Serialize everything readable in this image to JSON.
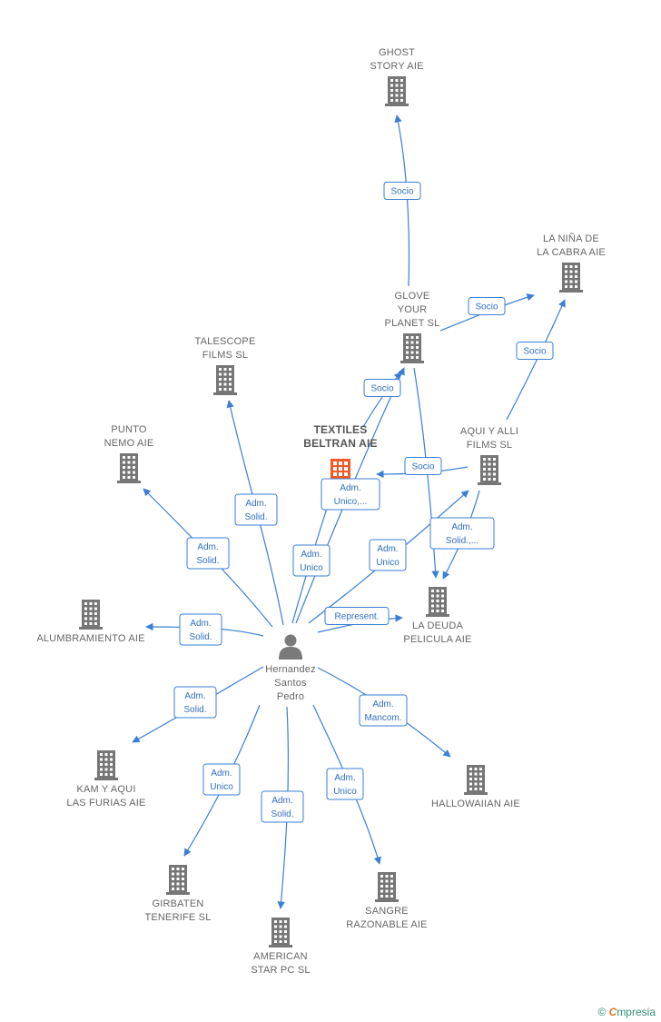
{
  "colors": {
    "building": "#767676",
    "focus": "#f05a28",
    "edge": "#3a7fd5",
    "person": "#7a7a7a"
  },
  "center": {
    "id": "person",
    "lines": [
      "Hernandez",
      "Santos",
      "Pedro"
    ],
    "icon": "person-icon"
  },
  "nodes": [
    {
      "id": "ghost",
      "lines": [
        "GHOST",
        "STORY AIE"
      ]
    },
    {
      "id": "lanina",
      "lines": [
        "LA NIÑA DE",
        "LA CABRA AIE"
      ]
    },
    {
      "id": "glove",
      "lines": [
        "GLOVE",
        "YOUR",
        "PLANET SL"
      ]
    },
    {
      "id": "talescope",
      "lines": [
        "TALESCOPE",
        "FILMS  SL"
      ]
    },
    {
      "id": "textiles",
      "lines": [
        "TEXTILES",
        "BELTRAN AIE"
      ],
      "focus": true
    },
    {
      "id": "aqui",
      "lines": [
        "AQUI Y ALLI",
        "FILMS SL"
      ]
    },
    {
      "id": "punto",
      "lines": [
        "PUNTO",
        "NEMO AIE"
      ]
    },
    {
      "id": "ladeuda",
      "lines": [
        "LA DEUDA",
        "PELICULA AIE"
      ]
    },
    {
      "id": "alumbramiento",
      "lines": [
        "ALUMBRAMIENTO AIE"
      ]
    },
    {
      "id": "kam",
      "lines": [
        "KAM Y AQUI",
        "LAS FURIAS AIE"
      ]
    },
    {
      "id": "hallowaiian",
      "lines": [
        "HALLOWAIIAN AIE"
      ]
    },
    {
      "id": "girbaten",
      "lines": [
        "GIRBATEN",
        "TENERIFE SL"
      ]
    },
    {
      "id": "sangre",
      "lines": [
        "SANGRE",
        "RAZONABLE AIE"
      ]
    },
    {
      "id": "american",
      "lines": [
        "AMERICAN",
        "STAR PC  SL"
      ]
    }
  ],
  "edges": [
    {
      "id": "e1",
      "from": "glove",
      "to": "ghost",
      "lines": [
        "Socio"
      ]
    },
    {
      "id": "e2",
      "from": "glove",
      "to": "lanina",
      "lines": [
        "Socio"
      ]
    },
    {
      "id": "e3",
      "from": "aqui",
      "to": "lanina",
      "lines": [
        "Socio"
      ]
    },
    {
      "id": "e4",
      "from": "textiles",
      "to": "glove",
      "lines": [
        "Socio"
      ]
    },
    {
      "id": "e5",
      "from": "aqui",
      "to": "textiles",
      "lines": [
        "Socio"
      ]
    },
    {
      "id": "e6",
      "from": "glove",
      "to": "ladeuda",
      "lines": []
    },
    {
      "id": "e7",
      "from": "aqui",
      "to": "ladeuda",
      "lines": [
        "Adm.",
        "Solid.,..."
      ]
    },
    {
      "id": "e8",
      "from": "person",
      "to": "talescope",
      "lines": [
        "Adm.",
        "Solid."
      ]
    },
    {
      "id": "e9",
      "from": "person",
      "to": "punto",
      "lines": [
        "Adm.",
        "Solid."
      ]
    },
    {
      "id": "e10",
      "from": "person",
      "to": "glove",
      "lines": [
        "Adm.",
        "Unico,..."
      ]
    },
    {
      "id": "e11",
      "from": "person",
      "to": "textiles",
      "lines": [
        "Adm.",
        "Unico"
      ]
    },
    {
      "id": "e12",
      "from": "person",
      "to": "aqui",
      "lines": [
        "Adm.",
        "Unico"
      ]
    },
    {
      "id": "e13",
      "from": "person",
      "to": "ladeuda",
      "lines": [
        "Represent."
      ]
    },
    {
      "id": "e14",
      "from": "person",
      "to": "alumbramiento",
      "lines": [
        "Adm.",
        "Solid."
      ]
    },
    {
      "id": "e15",
      "from": "person",
      "to": "kam",
      "lines": [
        "Adm.",
        "Solid."
      ]
    },
    {
      "id": "e16",
      "from": "person",
      "to": "hallowaiian",
      "lines": [
        "Adm.",
        "Mancom."
      ]
    },
    {
      "id": "e17",
      "from": "person",
      "to": "girbaten",
      "lines": [
        "Adm.",
        "Unico"
      ]
    },
    {
      "id": "e18",
      "from": "person",
      "to": "sangre",
      "lines": [
        "Adm.",
        "Unico"
      ]
    },
    {
      "id": "e19",
      "from": "person",
      "to": "american",
      "lines": [
        "Adm.",
        "Solid."
      ]
    }
  ],
  "footer": {
    "copyright": "©",
    "brand_first": "C",
    "brand_rest": "mpresia"
  }
}
